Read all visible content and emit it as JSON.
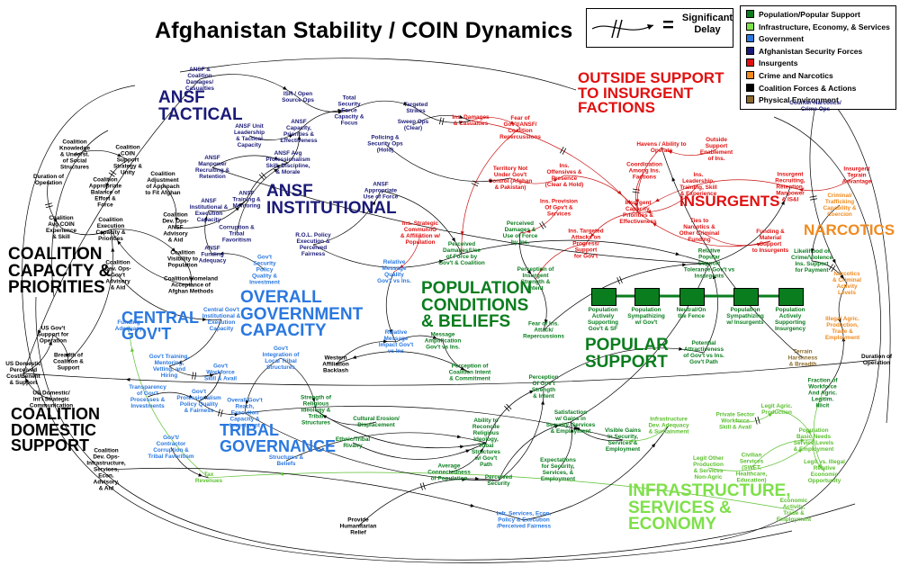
{
  "title": "Afghanistan Stability / COIN Dynamics",
  "delay_legend": {
    "symbol": "=",
    "label": "Significant Delay"
  },
  "legend": [
    {
      "label": "Population/Popular Support",
      "color": "#0a7d1e"
    },
    {
      "label": "Infrastructure, Economy, & Services",
      "color": "#7ee04a"
    },
    {
      "label": "Government",
      "color": "#2a78e0"
    },
    {
      "label": "Afghanistan Security Forces",
      "color": "#1a1a78"
    },
    {
      "label": "Insurgents",
      "color": "#e01010"
    },
    {
      "label": "Crime and Narcotics",
      "color": "#f08a1e"
    },
    {
      "label": "Coalition Forces & Actions",
      "color": "#000000"
    },
    {
      "label": "Physical Environment",
      "color": "#8a6a2a"
    }
  ],
  "sectors": {
    "ansf_tactical": "ANSF\nTACTICAL",
    "ansf_institutional": "ANSF\nINSTITUTIONAL",
    "outside_support": "OUTSIDE SUPPORT\nTO INSURGENT\nFACTIONS",
    "insurgents": "INSURGENTS",
    "narcotics": "NARCOTICS",
    "coalition_capacity": "COALITION\nCAPACITY &\nPRIORITIES",
    "overall_gov": "OVERALL\nGOVERNMENT\nCAPACITY",
    "population": "POPULATION\nCONDITIONS\n& BELIEFS",
    "central_gov": "CENTRAL\nGOV'T",
    "popular_support": "POPULAR\nSUPPORT",
    "coalition_domestic": "COALITION\nDOMESTIC\nSUPPORT",
    "tribal": "TRIBAL\nGOVERNANCE",
    "infrastructure": "INFRASTRUCTURE,\nSERVICES &\nECONOMY"
  },
  "stocks": [
    "Population\nActively\nSupporting\nGov't & SF",
    "Population\nSympathizing\nw/ Gov't",
    "Neutral/On\nthe Fence",
    "Population\nSympathizing\nw/ Insurgents",
    "Population\nActively\nSupporting\nInsurgency"
  ],
  "nodes": {
    "ansf_damages": "ANSF &\nCoalition\nDamages/\nCasualties",
    "isr": "ISR / Open\nSource Ops",
    "total_sec": "Total\nSecurity\nForce\nCapacity &\nFocus",
    "targeted": "Targeted\nStrikes",
    "sweep": "Sweep Ops\n(Clear)",
    "policing": "Policing &\nSecurity Ops\n(Hold)",
    "ins_damages": "Ins. Damages\n& Casualties",
    "fear_gov": "Fear of\nGov't/ANSF/\nCoalition\nRepercussions",
    "counter_narc": "Counter-Narcotics/\nCrime Ops",
    "ansf_capacity": "ANSF\nCapacity,\nPriorities &\nEffectiveness",
    "ansf_unit": "ANSF Unit\nLeadership\n& Tactical\nCapacity",
    "ansf_manpower": "ANSF\nManpower\nRecruiting &\nRetention",
    "ansf_prof": "ANSF Avg\nProfessionalism\nSkill, Discipline,\n& Morale",
    "ansf_appropriate": "ANSF\nAppropriate\nUse of Force",
    "ansf_training": "ANSF\nTraining &\nMentoring",
    "ansf_inst": "ANSF\nInstitutional &\nExecution\nCapacity",
    "corruption": "Corruption &\nTribal\nFavoritism",
    "rol": "R.O.L. Policy\nExecution &\nPerceived\nFairness",
    "ansf_funding": "ANSF\nFunding\nAdequacy",
    "gov_security": "Gov't\nSecurity\nPolicy\nQuality &\nInvestment",
    "coal_knowledge": "Coalition\nKnowledge\n& Underst.\nof Social\nStructures",
    "coal_coin": "Coalition\nCOIN\nSupport\nStrategy &\nUnity",
    "coal_approp": "Coalition\nAppropriate\nBalance of\nEffort &\nForce",
    "coal_adjust": "Coalition\nAdjustment\nof Approach\nto Fit Afghan",
    "duration_op": "Duration of\nOperation",
    "coal_avg": "Coalition\nAvg COIN\nExperience\n& Skill",
    "coal_exec": "Coalition\nExecution\nCapacity &\nPriorities",
    "coal_dev_ansf": "Coalition\nDev. Ops-\nANSF\nAdvisory\n& Aid",
    "coal_visibility": "Coalition\nVisibility to\nPopulation",
    "coal_homeland": "Coalition/Homeland\nAcceptance of\nAfghan Methods",
    "coal_dev_gov": "Coalition\nDev. Ops-\nGov't\nAdvisory\n& Aid",
    "coal_dev_infra": "Coalition\nDev. Ops-\nInfrastructure,\nServices,\nEcon.\nAdvisory,\n& Aid",
    "us_gov_support": "US Gov't\nSupport for\nOperation",
    "us_domestic": "US Domestic\nPerceived\nCost/Benefit\n& Support",
    "breadth": "Breadth of\nCoalition &\nSupport",
    "us_intl": "US Domestic/\nInt'l Strategic\nCommunication",
    "duration_op2": "Duration of\nOperation",
    "havens": "Havens / Ability to\nOperate",
    "outside_enable": "Outside\nSupport\nEnablement\nof Ins.",
    "coord_ins": "Coordination\nAmong Ins.\nFactions",
    "ins_leader": "Ins.\nLeadership,\nTraining, Skill\n& Experience",
    "ins_recruit": "Insurgent\nRecruiting,\nRetention,\nManpower\n& IS&I",
    "ins_terrain": "Insurgent\nTerrain\nAdvantage",
    "territory": "Territory Not\nUnder Gov't\nControl (Afghan\n& Pakistan)",
    "ins_offensive": "Ins.\nOffensives &\nPresence\n(Clear & Hold)",
    "ins_capacity": "Insurgent\nCapacity,\nPriorities &\nEffectiveness",
    "ins_provision": "Ins. Provision\nOf Gov't &\nServices",
    "ins_targeted": "Ins. Targeted\nAttacks on\nProgress/\nSupport\nfor Gov't",
    "ins_strategic": "Ins. Strategic\nCommun/IO\n& Affiliation w/\nPopulation",
    "ties_narc": "Ties to\nNarcotics &\nOther Criminal\nFunding",
    "funding_mat": "Funding &\nMaterial\nSupport\nto Insurgents",
    "criminal": "Criminal/\nTrafficking\nCapability &\nCoercion",
    "likelihood": "Likelihood of\nCrime/Violence\nIns. Support\nfor Payment",
    "narc_levels": "Narcotics\n& Criminal\nActivity\nLevels",
    "illegal_agric": "Illegal Agric.\nProduction,\nTrade &\nEmployment",
    "perceived_damages": "Perceived\nDamages/Use\nof Force by\nGov't & Coalition",
    "perceived_ins": "Perceived\nDamages &\nUse of Force\nby Ins.",
    "perception_ins_strength": "Perception of\nInsurgent\nStrength &\nIntent",
    "relative_msg_quality": "Relative\nMessage\nQuality\nGov't vs Ins.",
    "relative_msg_impact": "Relative\nMessage\nImpact Gov't\nvs Ins",
    "message_amp": "Message\nAmplification\nGov't vs Ins.",
    "fear_ins": "Fear of Ins.\nAttack/\nRepercussions",
    "perception_coal": "Perception of\nCoalition Intent\n& Commitment",
    "perception_gov": "Perception\nOf Gov't\nStrength\n& Intent",
    "western_backlash": "Western\nAffiliation\nBacklash",
    "relative_popular": "Relative\nPopular\nSupport\nTolerance Gov't vs\nInsurgents",
    "potential_attract": "Potential\nAttractiveness\nof Gov't vs Ins.\nGov't Path",
    "terrain": "Terrain\nHarshness\n& Breadth",
    "fraction_workforce": "Fraction of\nWorkforce\nAnd Agric.\nLegitim.\nIllicit",
    "central_inst": "Central Gov't\nInstitutional &\nExecution\nCapacity",
    "gov_training": "Gov't Training,\nMentoring,\nVetting, and\nHiring",
    "gov_workforce": "Gov't\nWorkforce\nSkill & Avail",
    "gov_integration": "Gov't\nIntegration of\nLocal Tribal\nStructures",
    "transparency": "Transparency\nof Gov't\nProcesses &\nInvestments",
    "gov_prof": "Gov't\nProfessionalism\nPolicy Quality\n& Fairness",
    "overall_reach": "Overall Gov't\nReach,\nExecution\nCapacity &\nInvestment",
    "contractor": "Gov't/\nContractor\nCorruption &\nTribal Favoritism",
    "tax": "Tax\nRevenues",
    "funding_adequacy": "Funding\nAdequacy",
    "strength_religious": "Strength of\nReligious\nIdeology &\nTribal\nStructures",
    "cultural_erosion": "Cultural Erosion/\nDisplacement",
    "ethnic": "Ethnic/Tribal\nRivalry",
    "ability_reconcile": "Ability to\nReconcile\nReligious\nIdeology,\nTribal\nStructures\nw/ Gov't\nPath",
    "avg_connectedness": "Average\nConnectedness\nof Population",
    "perceived_security": "Perceived\nSecurity",
    "tribal_structures": "Structures &\nBeliefs",
    "satisfaction": "Satisfaction\nw/ Gains in\nSecurity, Services\n& Employment",
    "visible_gains": "Visible Gains\nIn Security,\nServices &\nEmployment",
    "expectations": "Expectations\nfor Security,\nServices, &\nEmployment",
    "infra_dev": "Infrastructure\nDev. Adequacy\n& Sustainment",
    "private_sector": "Private Sector\nWorkforce\nSkill & Avail",
    "legit_agric": "Legit Agric.\nProduction",
    "legit_other": "Legit Other\nProduction\n& Services\nNon-Agric",
    "civilian_services": "Civilian\nServices\n(SWET,\nHealthcare,\nEducation)",
    "pop_basic": "Population\nBasic Needs\nService Levels\n& Employment",
    "legit_illegal": "Legit vs. Illegal\nRelative\nEconomic\nOpportunity",
    "economic": "Economic\nActivity,\nTrade &\nEmployment",
    "provide_relief": "Provide\nHumanitarian\nRelief",
    "infra_services": "Infr. Services, Econ.\nPolicy & Execution\n/Perceived Fairness"
  }
}
